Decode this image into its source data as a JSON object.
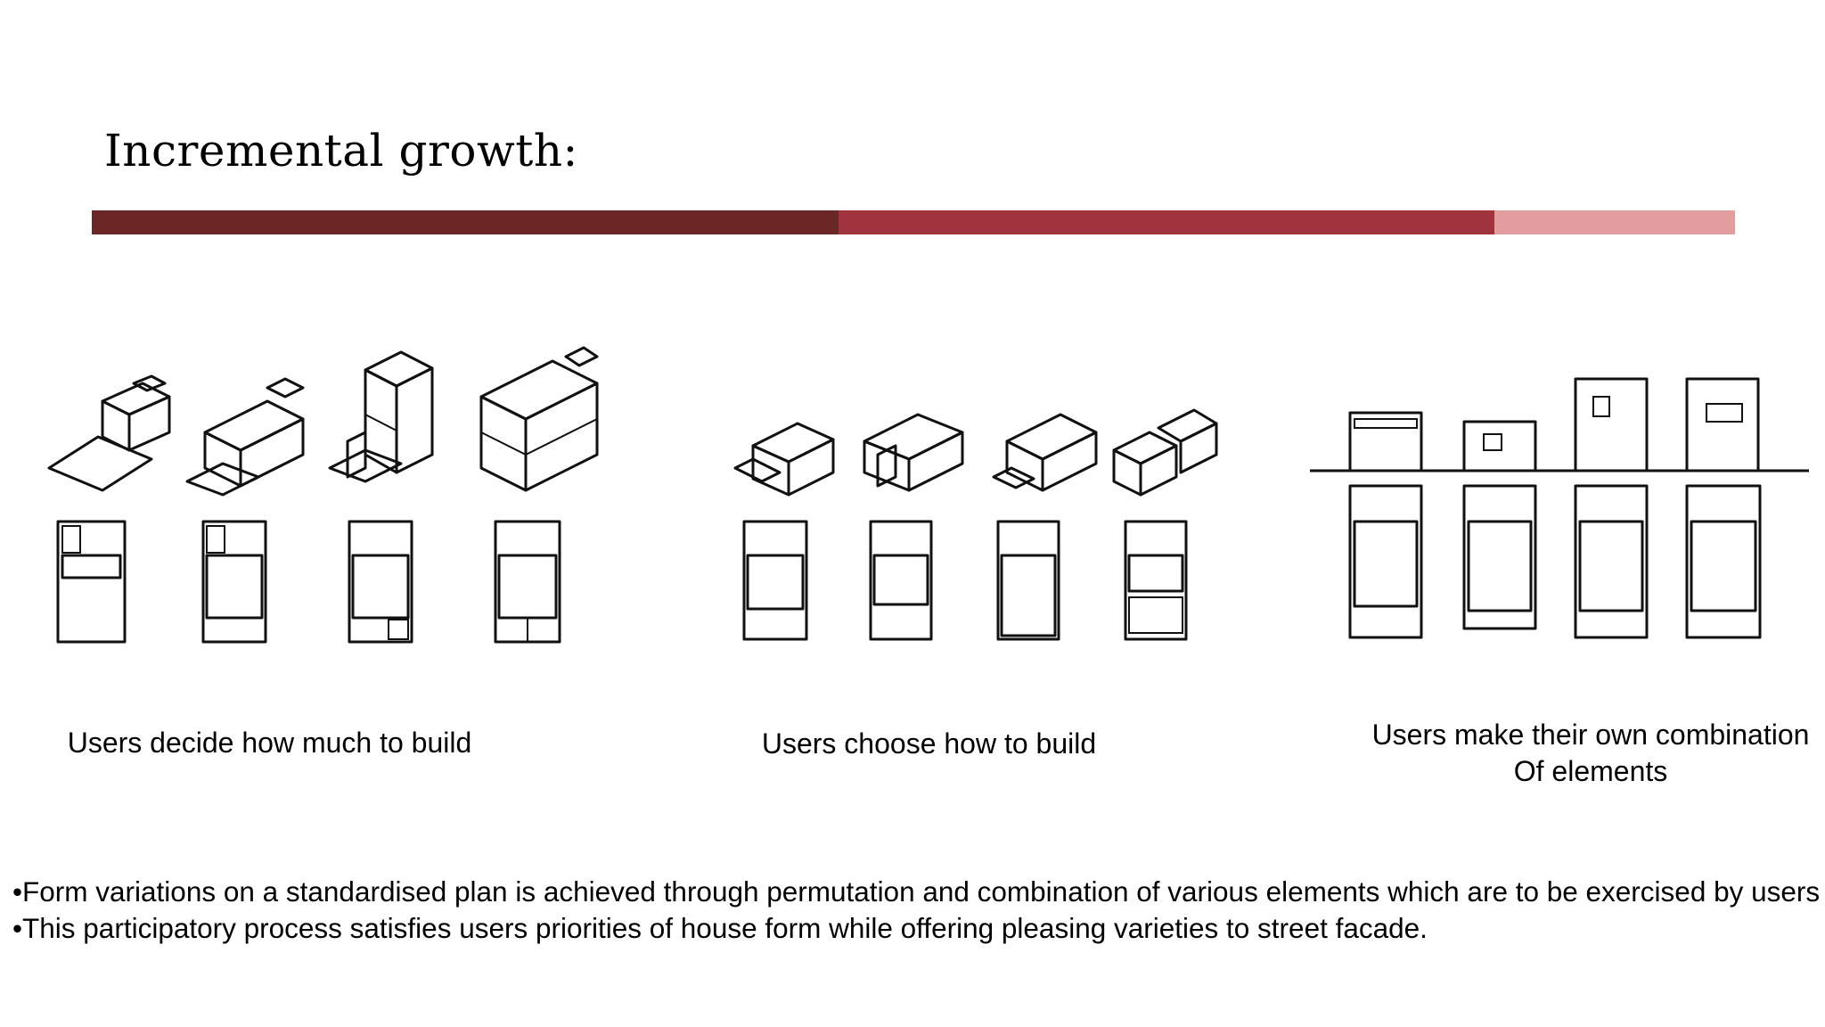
{
  "slide": {
    "title": "Incremental growth:",
    "bar_colors": [
      "#6b2626",
      "#a0333b",
      "#e29e9f"
    ]
  },
  "figures": [
    {
      "caption": "Users decide how much to build"
    },
    {
      "caption": "Users choose how to build"
    },
    {
      "caption_line1": "Users make their own combination",
      "caption_line2": "Of elements"
    }
  ],
  "bullets": [
    "•Form variations on a standardised plan is achieved through permutation and combination of various elements which are to be exercised by users",
    "•This participatory process satisfies users priorities of house form while offering pleasing varieties to street facade."
  ]
}
